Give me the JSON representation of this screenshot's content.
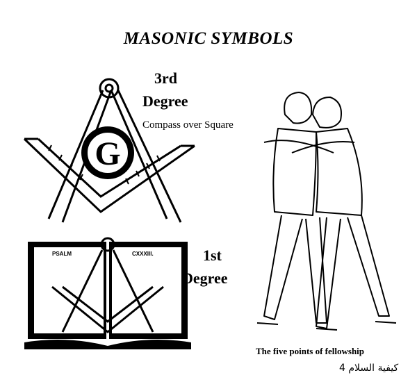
{
  "title": "MASONIC SYMBOLS",
  "third_degree": {
    "number": "3rd",
    "word": "Degree",
    "caption": "Compass over Square",
    "letter": "G"
  },
  "first_degree": {
    "number": "1st",
    "word": "Degree",
    "bible_left": "PSALM",
    "bible_right": "CXXXIII."
  },
  "figure_caption": "The five points of fellowship",
  "arabic_caption": "كيفية السلام 4"
}
